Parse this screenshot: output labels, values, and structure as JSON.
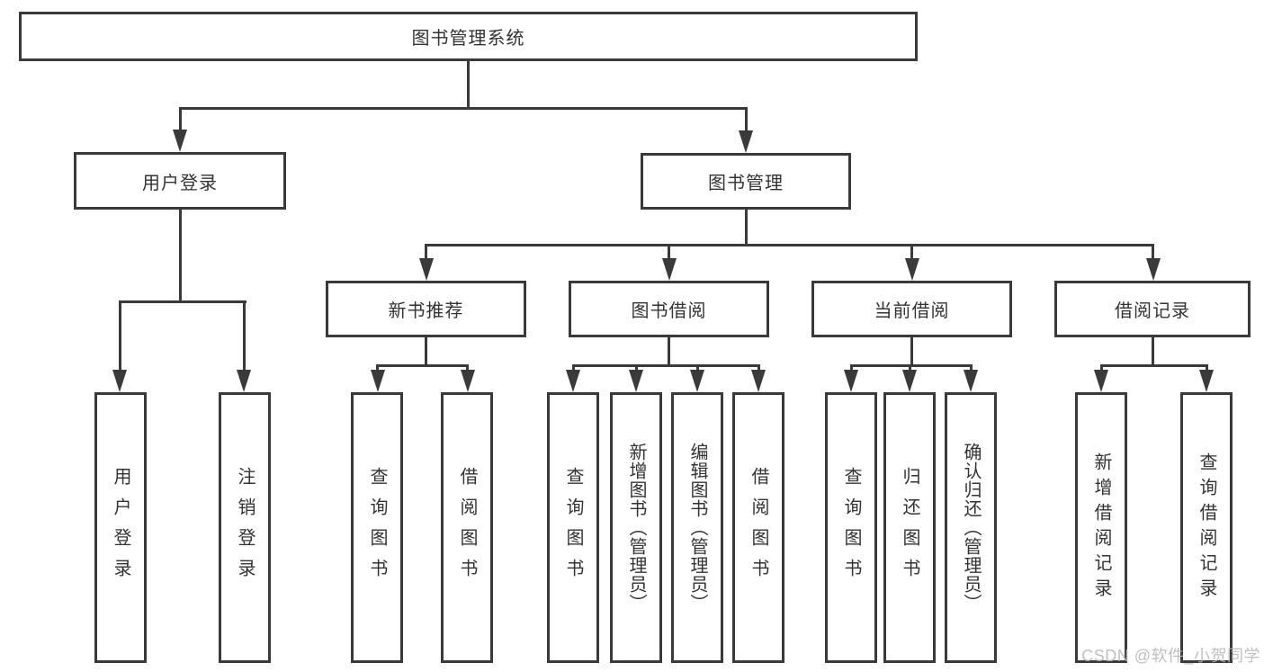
{
  "diagram": {
    "type": "hierarchy-tree",
    "tree": {
      "label": "图书管理系统",
      "children": [
        {
          "label": "用户登录",
          "children": [
            {
              "label": "用户登录"
            },
            {
              "label": "注销登录"
            }
          ]
        },
        {
          "label": "图书管理",
          "children": [
            {
              "label": "新书推荐",
              "children": [
                {
                  "label": "查询图书"
                },
                {
                  "label": "借阅图书"
                }
              ]
            },
            {
              "label": "图书借阅",
              "children": [
                {
                  "label": "查询图书"
                },
                {
                  "label": "新增图书（管理员）"
                },
                {
                  "label": "编辑图书（管理员）"
                },
                {
                  "label": "借阅图书"
                }
              ]
            },
            {
              "label": "当前借阅",
              "children": [
                {
                  "label": "查询图书"
                },
                {
                  "label": "归还图书"
                },
                {
                  "label": "确认归还（管理员）"
                }
              ]
            },
            {
              "label": "借阅记录",
              "children": [
                {
                  "label": "新增借阅记录"
                },
                {
                  "label": "查询借阅记录"
                }
              ]
            }
          ]
        }
      ]
    }
  },
  "watermark": "CSDN @软件_小贺同学",
  "colors": {
    "line": "#3a3a3a",
    "text": "#333333",
    "watermark": "#b5b5b5",
    "background": "#ffffff"
  }
}
